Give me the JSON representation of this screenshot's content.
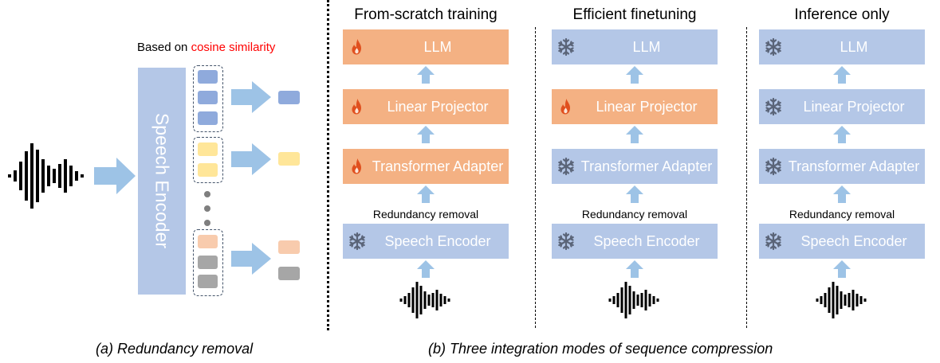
{
  "left_panel": {
    "header_prefix": "Based on ",
    "header_highlight": "cosine similarity",
    "encoder_label": "Speech Encoder",
    "caption": "(a) Redundancy removal",
    "colors": {
      "blue_token": "#8faadc",
      "yellow_token": "#ffe699",
      "peach_token": "#f8cbad",
      "gray_token": "#a6a6a6",
      "encoder": "#b4c7e7",
      "arrow": "#9dc3e6",
      "highlight": "#ff0000"
    }
  },
  "right_panel": {
    "caption": "(b) Three integration modes of sequence compression",
    "modes": [
      {
        "title": "From-scratch training",
        "stack": [
          {
            "label": "LLM",
            "icon": "flame-icon",
            "state": "trainable"
          },
          {
            "label": "Linear Projector",
            "icon": "flame-icon",
            "state": "trainable"
          },
          {
            "label": "Transformer Adapter",
            "icon": "flame-icon",
            "state": "trainable"
          }
        ],
        "redundancy_label": "Redundancy removal",
        "encoder": {
          "label": "Speech Encoder",
          "icon": "snowflake-icon",
          "state": "frozen"
        }
      },
      {
        "title": "Efficient finetuning",
        "stack": [
          {
            "label": "LLM",
            "icon": "snowflake-icon",
            "state": "frozen"
          },
          {
            "label": "Linear Projector",
            "icon": "flame-icon",
            "state": "trainable"
          },
          {
            "label": "Transformer Adapter",
            "icon": "snowflake-icon",
            "state": "frozen"
          }
        ],
        "redundancy_label": "Redundancy removal",
        "encoder": {
          "label": "Speech Encoder",
          "icon": "snowflake-icon",
          "state": "frozen"
        }
      },
      {
        "title": "Inference only",
        "stack": [
          {
            "label": "LLM",
            "icon": "snowflake-icon",
            "state": "frozen"
          },
          {
            "label": "Linear Projector",
            "icon": "snowflake-icon",
            "state": "frozen"
          },
          {
            "label": "Transformer Adapter",
            "icon": "snowflake-icon",
            "state": "frozen"
          }
        ],
        "redundancy_label": "Redundancy removal",
        "encoder": {
          "label": "Speech Encoder",
          "icon": "snowflake-icon",
          "state": "frozen"
        }
      }
    ],
    "colors": {
      "trainable": "#f4b183",
      "frozen": "#b4c7e7",
      "flame": "#e0501f",
      "snowflake": "#5a6478",
      "arrow": "#9dc3e6"
    }
  }
}
